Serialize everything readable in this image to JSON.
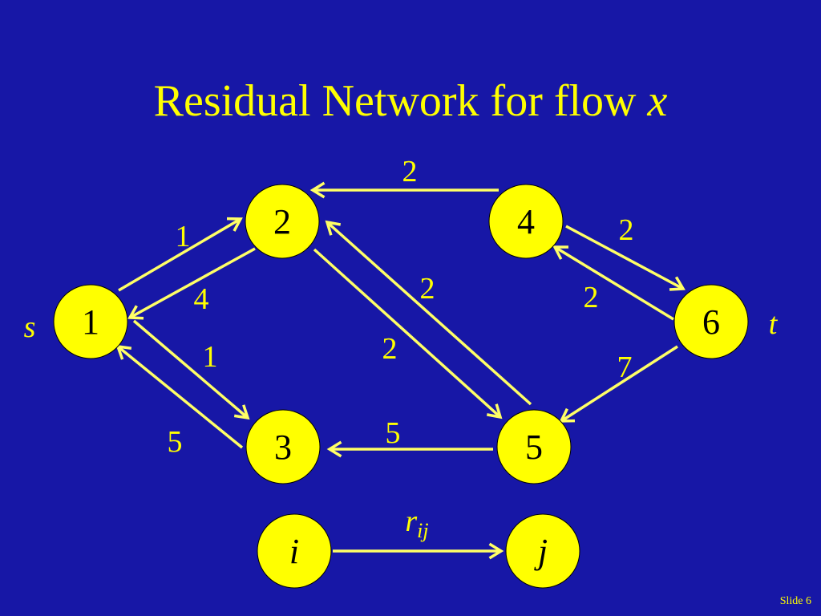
{
  "title": {
    "text": "Residual Network for flow",
    "variable": "x"
  },
  "nodes": [
    {
      "id": "1",
      "label": "1"
    },
    {
      "id": "2",
      "label": "2"
    },
    {
      "id": "3",
      "label": "3"
    },
    {
      "id": "4",
      "label": "4"
    },
    {
      "id": "5",
      "label": "5"
    },
    {
      "id": "6",
      "label": "6"
    }
  ],
  "edges": [
    {
      "from": "1",
      "to": "2",
      "capacity": "1"
    },
    {
      "from": "2",
      "to": "1",
      "capacity": "4"
    },
    {
      "from": "1",
      "to": "3",
      "capacity": "1"
    },
    {
      "from": "3",
      "to": "1",
      "capacity": "5"
    },
    {
      "from": "4",
      "to": "2",
      "capacity": "2"
    },
    {
      "from": "5",
      "to": "2",
      "capacity": "2"
    },
    {
      "from": "2",
      "to": "5",
      "capacity": "2"
    },
    {
      "from": "4",
      "to": "6",
      "capacity": "2"
    },
    {
      "from": "6",
      "to": "4",
      "capacity": "2"
    },
    {
      "from": "6",
      "to": "5",
      "capacity": "7"
    },
    {
      "from": "5",
      "to": "3",
      "capacity": "5"
    }
  ],
  "source_label": "s",
  "sink_label": "t",
  "legend": {
    "from_label": "i",
    "to_label": "j",
    "edge_label_main": "r",
    "edge_label_sub": "ij"
  },
  "colors": {
    "background": "#1717a6",
    "accent": "#ffff00"
  },
  "footer": {
    "slide_number": "Slide 6"
  }
}
